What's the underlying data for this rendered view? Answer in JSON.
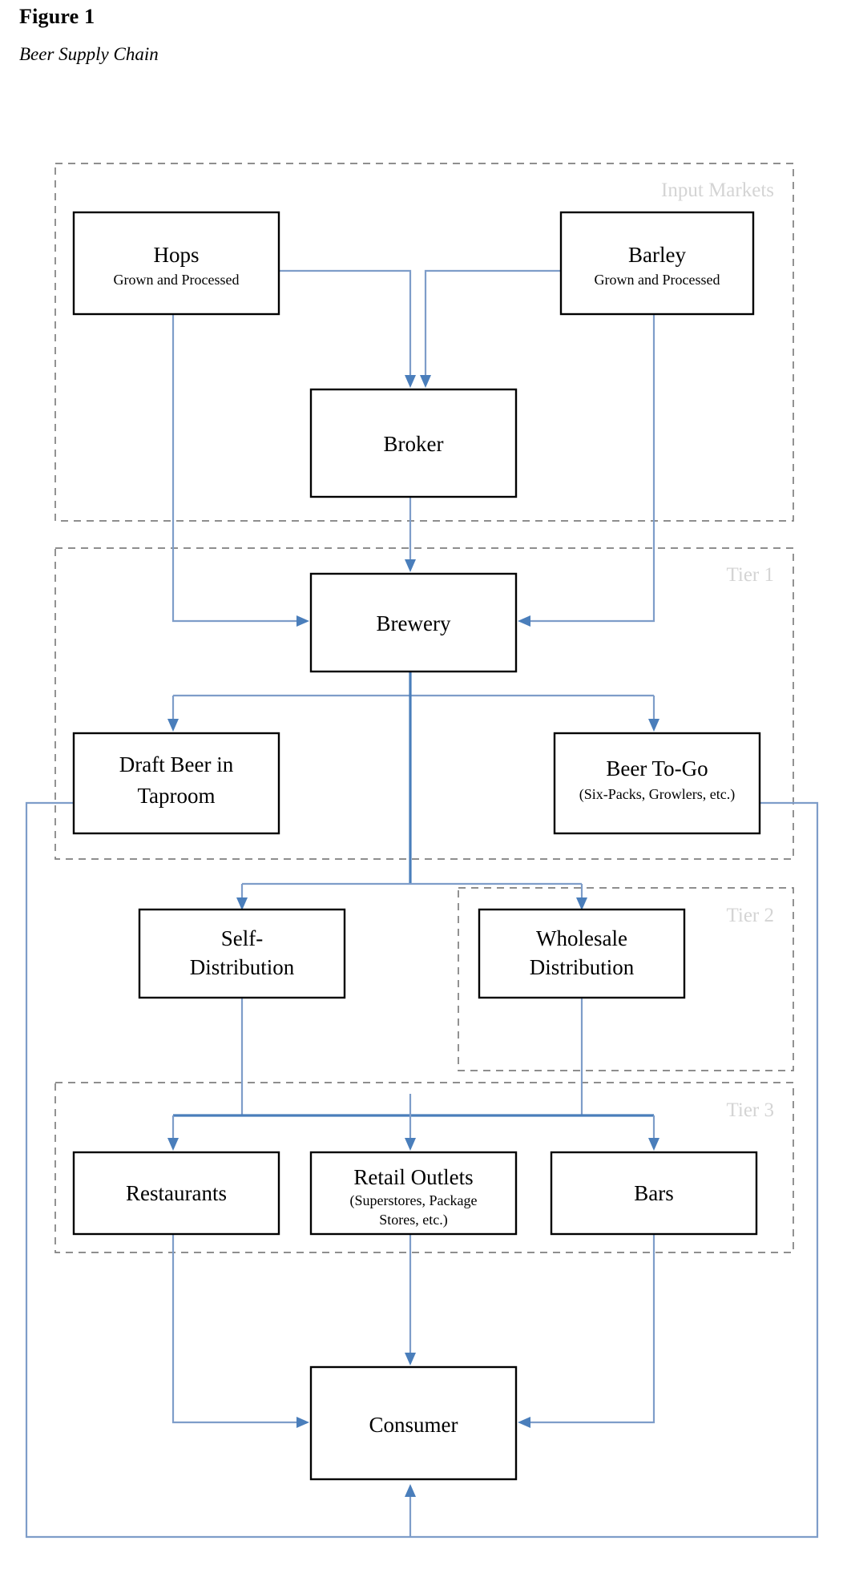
{
  "figure": {
    "label": "Figure 1",
    "caption": "Beer Supply Chain"
  },
  "colors": {
    "flow_line": "#7e9dc9",
    "flow_line_strong": "#4a7ebb",
    "group_border": "#7f7f7f",
    "group_label": "#d4d4d4",
    "node_border": "#000000",
    "background": "#ffffff"
  },
  "groups": [
    {
      "id": "input-markets",
      "label": "Input Markets"
    },
    {
      "id": "tier-1",
      "label": "Tier 1"
    },
    {
      "id": "tier-2",
      "label": "Tier 2"
    },
    {
      "id": "tier-3",
      "label": "Tier 3"
    }
  ],
  "nodes": [
    {
      "id": "hops",
      "title": "Hops",
      "sub1": "Grown and Processed",
      "sub2": ""
    },
    {
      "id": "barley",
      "title": "Barley",
      "sub1": "Grown and Processed",
      "sub2": ""
    },
    {
      "id": "broker",
      "title": "Broker",
      "sub1": "",
      "sub2": ""
    },
    {
      "id": "brewery",
      "title": "Brewery",
      "sub1": "",
      "sub2": ""
    },
    {
      "id": "draft-beer",
      "title": "Draft Beer in",
      "sub1": "Taproom",
      "sub2": ""
    },
    {
      "id": "beer-to-go",
      "title": "Beer To-Go",
      "sub1": "(Six-Packs, Growlers, etc.)",
      "sub2": ""
    },
    {
      "id": "self-dist",
      "title": "Self-",
      "sub1": "Distribution",
      "sub2": ""
    },
    {
      "id": "wholesale",
      "title": "Wholesale",
      "sub1": "Distribution",
      "sub2": ""
    },
    {
      "id": "restaurants",
      "title": "Restaurants",
      "sub1": "",
      "sub2": ""
    },
    {
      "id": "retail",
      "title": "Retail Outlets",
      "sub1": "(Superstores, Package",
      "sub2": "Stores, etc.)"
    },
    {
      "id": "bars",
      "title": "Bars",
      "sub1": "",
      "sub2": ""
    },
    {
      "id": "consumer",
      "title": "Consumer",
      "sub1": "",
      "sub2": ""
    }
  ]
}
